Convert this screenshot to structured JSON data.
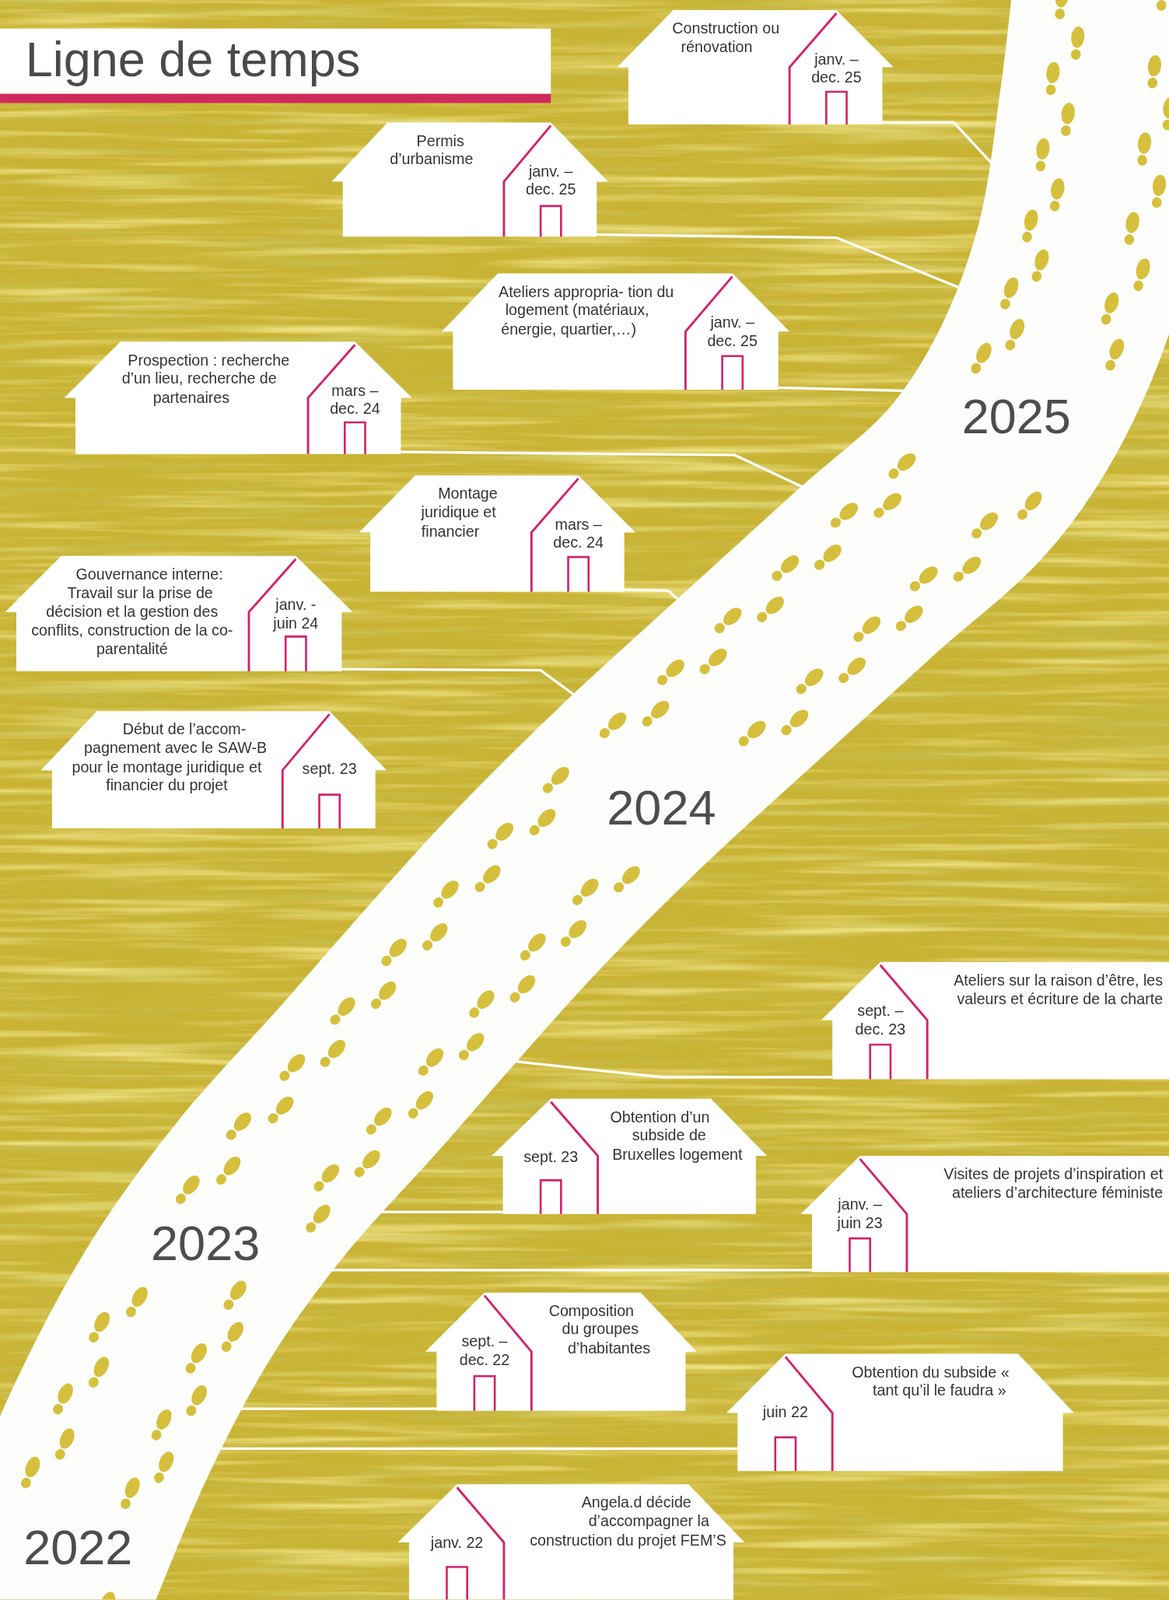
{
  "diagram": {
    "title": "Ligne de temps",
    "nodes": [
      {
        "text": [
          "Construction ou rénovation",
          "janv. – dec. 25"
        ]
      },
      {
        "text": [
          "Permis d’urbanisme",
          "janv. – dec. 25"
        ]
      },
      {
        "text": [
          "Ateliers appropria- tion du logement (matériaux, énergie, quartier,…)",
          "janv. – dec. 25"
        ]
      },
      {
        "text": [
          "Prospection : recherche d’un lieu, recherche de partenaires",
          "mars – dec. 24"
        ]
      },
      {
        "text": [
          "Montage juridique et financier",
          "mars – dec. 24"
        ]
      },
      {
        "text": [
          "Gouvernance interne: Travail sur la prise de décision et la gestion des conflits, construction de la co-parentalité",
          "janv. - juin 24"
        ]
      },
      {
        "text": [
          "Début de l’accom- pagnement avec le SAW-B pour le montage juridique et financier du projet",
          "sept. 23"
        ]
      },
      {
        "text": [
          "Ateliers sur la raison d’être, les valeurs et écriture de la charte",
          "sept. – dec. 23"
        ]
      },
      {
        "text": [
          "Obtention d’un subside de Bruxelles logement",
          "sept. 23"
        ]
      },
      {
        "text": [
          "Visites de projets d’inspiration et ateliers d’architecture féministe",
          "janv. – juin 23"
        ]
      },
      {
        "text": [
          "Composition du groupes d’habitantes",
          "sept. – dec. 22"
        ]
      },
      {
        "text": [
          "Obtention du subside « tant qu’il le faudra »",
          "juin 22"
        ]
      },
      {
        "text": [
          "Angela.d décide d’accompagner la construction du projet FEM’S",
          "janv. 22"
        ]
      }
    ],
    "labels": [
      "2025",
      "2024",
      "2023",
      "2022"
    ]
  }
}
